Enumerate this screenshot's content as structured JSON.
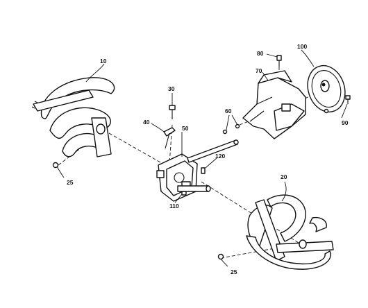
{
  "labels": {
    "p10": "10",
    "p20": "20",
    "p25a": "25",
    "p25b": "25",
    "p30": "30",
    "p40": "40",
    "p50": "50",
    "p60": "60",
    "p70": "70",
    "p80": "80",
    "p90": "90",
    "p100": "100",
    "p110": "110",
    "p120": "120"
  }
}
